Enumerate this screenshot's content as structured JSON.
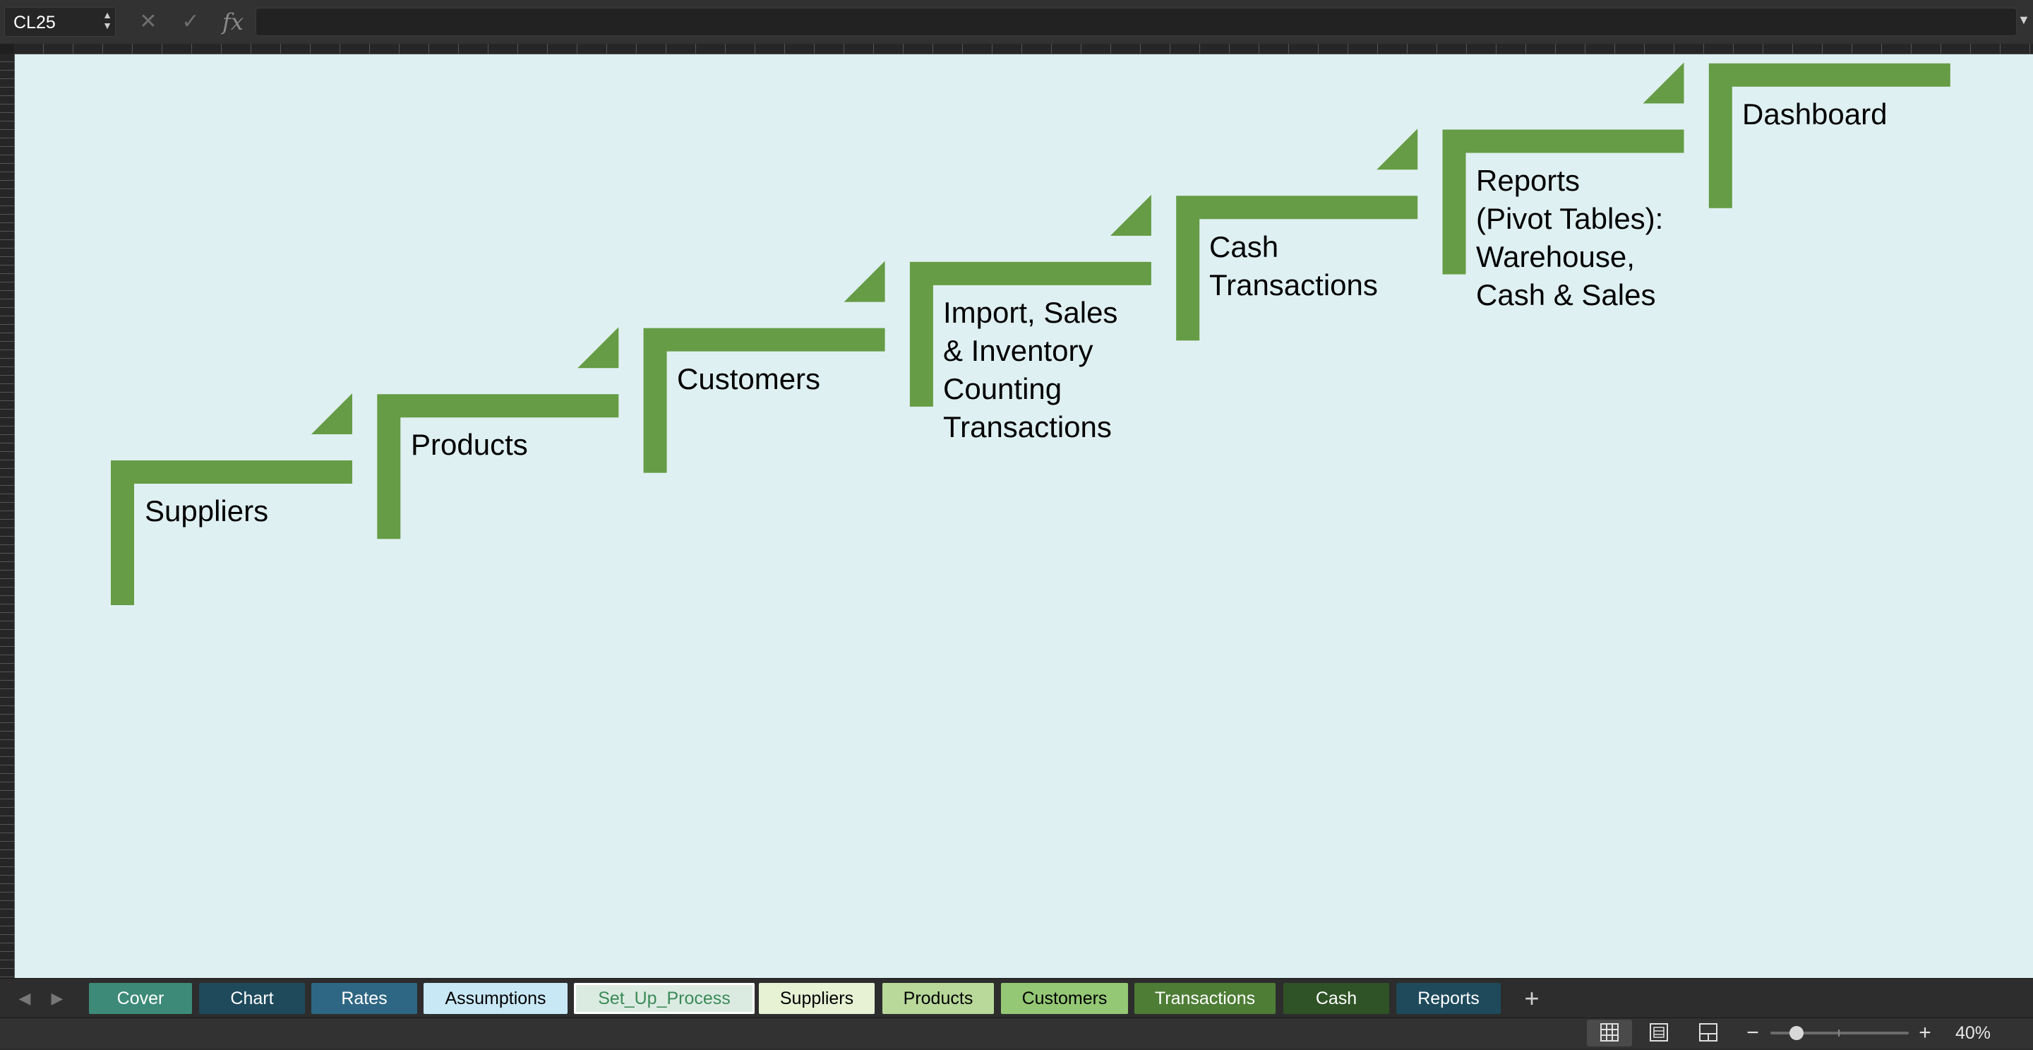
{
  "formula_bar": {
    "name_box_value": "CL25",
    "fx_label": "fx",
    "formula_value": ""
  },
  "colors": {
    "canvas_bg": "#dff0f2",
    "step_green": "#659c45"
  },
  "icons": {
    "cancel": "cancel-icon",
    "enter": "checkmark-icon",
    "function": "fx-icon",
    "add_sheet": "plus-icon"
  },
  "process_steps": [
    {
      "label": "Suppliers"
    },
    {
      "label": "Products"
    },
    {
      "label": "Customers"
    },
    {
      "label": "Import, Sales\n& Inventory\nCounting\nTransactions"
    },
    {
      "label": "Cash\nTransactions"
    },
    {
      "label": "Reports\n(Pivot Tables):\nWarehouse,\nCash & Sales"
    },
    {
      "label": "Dashboard"
    }
  ],
  "sheet_tabs": [
    {
      "label": "Cover",
      "bg": "#3d8a78",
      "fg": "#ffffff",
      "active": false
    },
    {
      "label": "Chart",
      "bg": "#1e4a5c",
      "fg": "#ffffff",
      "active": false
    },
    {
      "label": "Rates",
      "bg": "#2e6784",
      "fg": "#ffffff",
      "active": false
    },
    {
      "label": "Assumptions",
      "bg": "#c9e8f6",
      "fg": "#000000",
      "active": false
    },
    {
      "label": "Set_Up_Process",
      "bg": "#dcebe2",
      "fg": "#3b8a57",
      "active": true
    },
    {
      "label": "Suppliers",
      "bg": "#e7f1d4",
      "fg": "#000000",
      "active": false
    },
    {
      "label": "Products",
      "bg": "#b8d99a",
      "fg": "#000000",
      "active": false
    },
    {
      "label": "Customers",
      "bg": "#94c875",
      "fg": "#000000",
      "active": false
    },
    {
      "label": "Transactions",
      "bg": "#4e7d36",
      "fg": "#ffffff",
      "active": false
    },
    {
      "label": "Cash",
      "bg": "#2f5326",
      "fg": "#ffffff",
      "active": false
    },
    {
      "label": "Reports",
      "bg": "#1e4a5c",
      "fg": "#ffffff",
      "active": false
    }
  ],
  "status_bar": {
    "zoom_label": "40%",
    "zoom_percent": 40
  }
}
